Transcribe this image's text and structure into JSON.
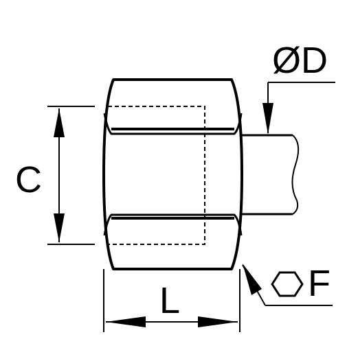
{
  "labels": {
    "diameter": "ØD",
    "height": "C",
    "length": "L",
    "hex": "F"
  },
  "colors": {
    "stroke": "#000000",
    "background": "#ffffff"
  },
  "icons": {
    "hex_symbol": "hexagon-icon"
  }
}
